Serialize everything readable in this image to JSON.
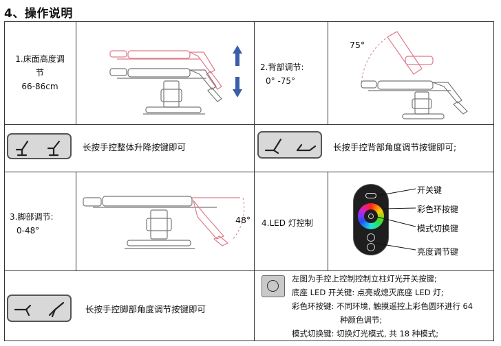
{
  "title": "4、操作说明",
  "bed_height": {
    "label_line1": "1.床面高度调",
    "label_line2": "节",
    "range": "66-86cm",
    "instruction": "长按手控整体升降按键即可"
  },
  "back": {
    "label": "2.背部调节:",
    "range": "0° -75°",
    "angle": "75°",
    "instruction": "长按手控背部角度调节按键即可;"
  },
  "foot": {
    "label": "3.脚部调节:",
    "range": "0-48°",
    "angle": "48°",
    "instruction": "长按手控脚部角度调节按键即可"
  },
  "led": {
    "label": "4.LED 灯控制",
    "callouts": {
      "power": "开关键",
      "color_ring": "彩色环按键",
      "mode": "模式切换键",
      "brightness": "亮度调节键"
    },
    "notes": [
      "左图为手控上控制控制立柱灯光开关按键;",
      "底座 LED 开关键: 点亮或熄灭底座 LED 灯;",
      "彩色环按键: 不同环境, 触摸遥控上彩色圆环进行 64",
      "种颜色调节;",
      "模式切换键: 切换灯光模式, 共 18 种模式;"
    ]
  },
  "colors": {
    "border": "#333333",
    "pink_outline": "#e07a8a",
    "arrow_blue": "#3a5ea8",
    "button_bg": "#d8d8d8",
    "remote_body": "#1e1e1e"
  }
}
